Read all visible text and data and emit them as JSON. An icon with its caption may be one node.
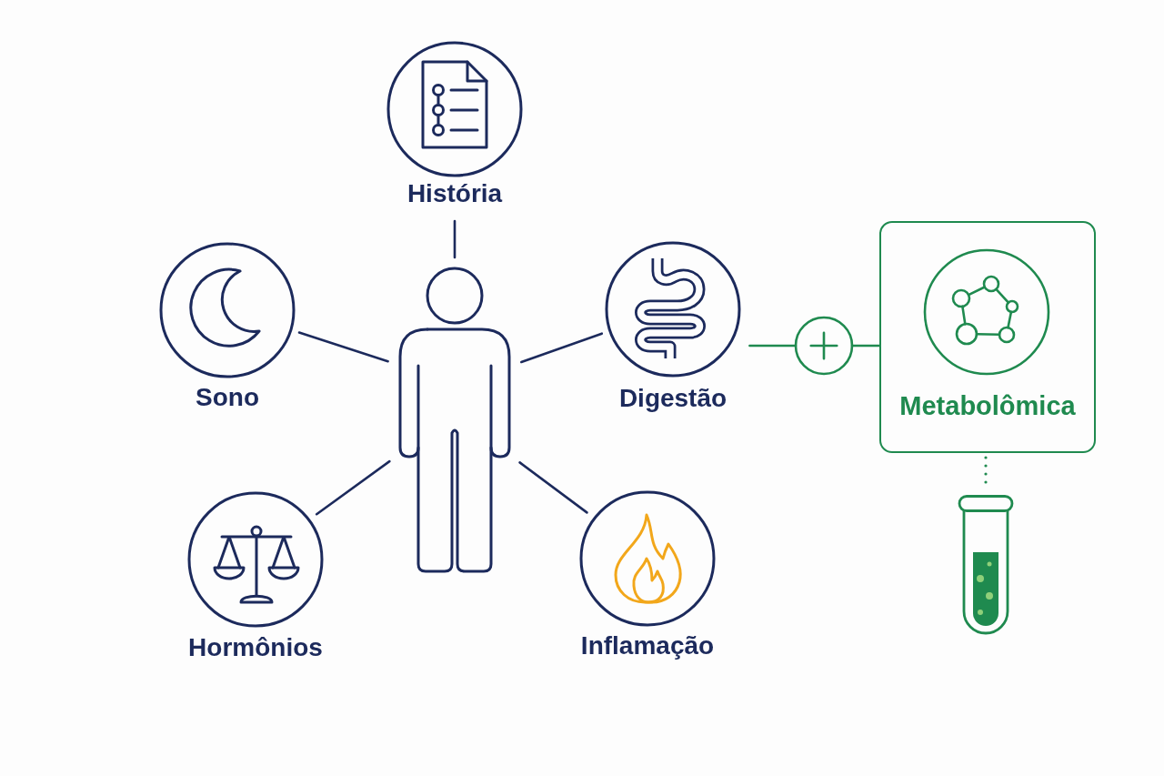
{
  "diagram": {
    "nodes": [
      {
        "text": [
          "História"
        ]
      },
      {
        "text": [
          "Sono"
        ]
      },
      {
        "text": [],
        "shape": "person"
      },
      {
        "text": [
          "Digestão"
        ]
      },
      {
        "text": [],
        "shape": "circle"
      },
      {
        "text": [
          "Metabolômica"
        ]
      },
      {
        "text": [],
        "shape": "picture"
      },
      {
        "text": [
          "Hormônios"
        ]
      },
      {
        "text": [
          "Inflamação"
        ]
      }
    ],
    "edges": [
      {
        "from": 0,
        "to": 2,
        "arrow": "none"
      },
      {
        "from": 1,
        "to": 2,
        "arrow": "none"
      },
      {
        "from": 3,
        "to": 2,
        "arrow": "none"
      },
      {
        "from": 7,
        "to": 2,
        "arrow": "none"
      },
      {
        "from": 8,
        "to": 2,
        "arrow": "none"
      },
      {
        "from": 3,
        "to": 4,
        "arrow": "none",
        "color": "#1f8a4f"
      },
      {
        "from": 4,
        "to": 5,
        "arrow": "none",
        "color": "#1f8a4f"
      },
      {
        "from": 5,
        "to": 6,
        "arrow": "none",
        "style": "dashed",
        "color": "#1f8a4f"
      }
    ]
  }
}
